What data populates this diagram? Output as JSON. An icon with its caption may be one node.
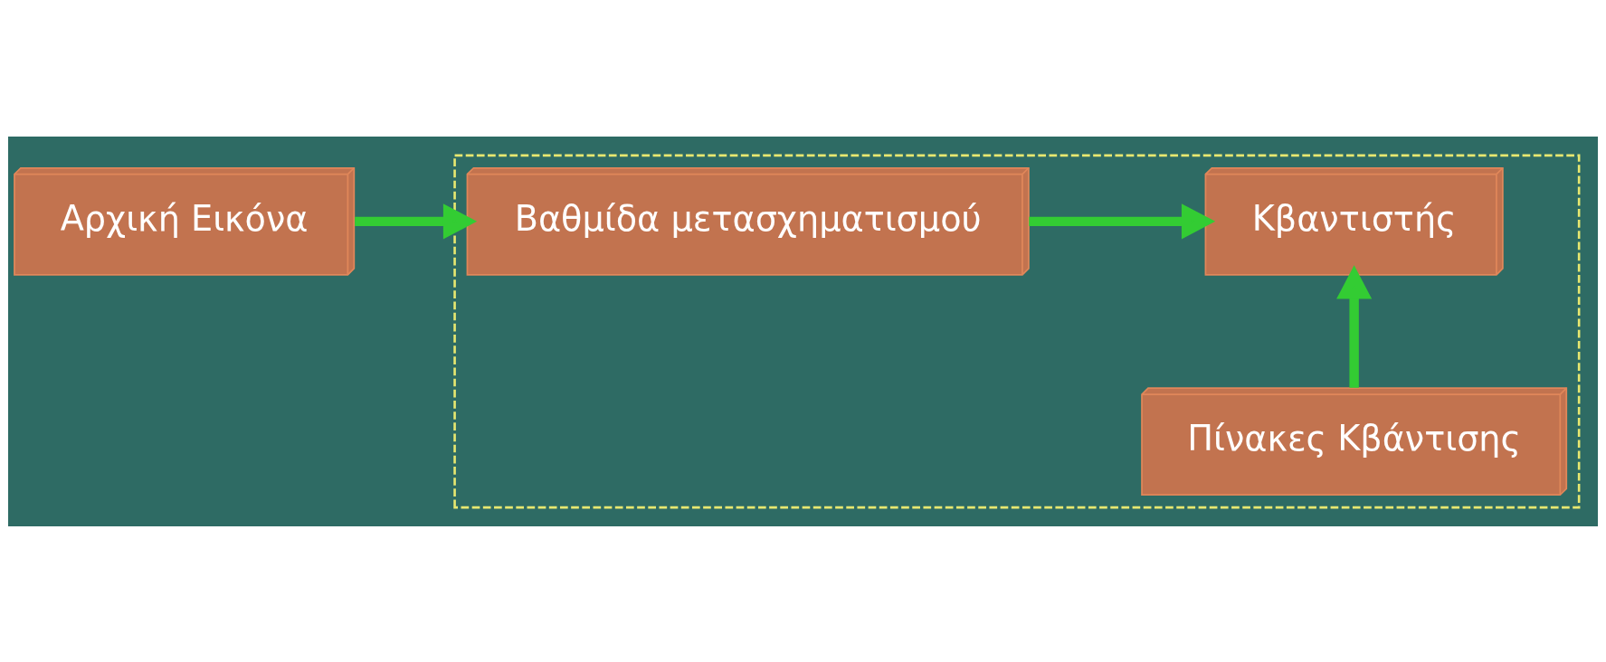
{
  "diagram": {
    "nodes": [
      {
        "text": [
          "Αρχική Εικόνα"
        ]
      },
      {
        "text": [],
        "shape": "box"
      },
      {
        "text": [
          "Βαθμίδα μετασχηματισμού"
        ],
        "in": 1
      },
      {
        "text": [
          "Κβαντιστής"
        ],
        "in": 1
      },
      {
        "text": [
          "Πίνακες Κβάντισης"
        ],
        "in": 1
      }
    ],
    "edges": [
      {
        "from": 0,
        "to": 2,
        "arrow": "to"
      },
      {
        "from": 2,
        "to": 3,
        "arrow": "to"
      },
      {
        "from": 4,
        "to": 3,
        "arrow": "to"
      }
    ]
  }
}
